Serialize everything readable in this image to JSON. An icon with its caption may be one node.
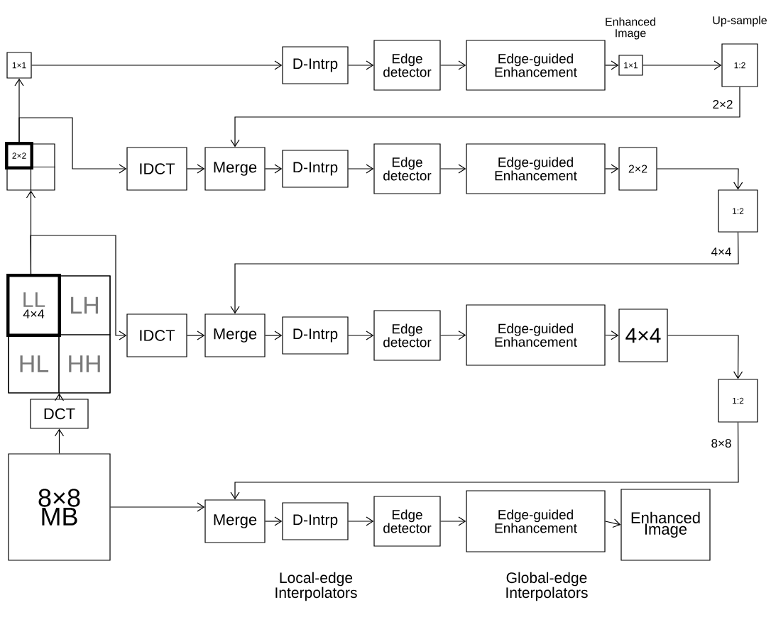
{
  "diagram": {
    "nodes": [
      {
        "text": [
          "1×1"
        ]
      },
      {
        "text": [
          "D-Intrp"
        ]
      },
      {
        "text": [
          "Edge detector"
        ]
      },
      {
        "text": [
          "Edge-guided Enhancement"
        ]
      },
      {
        "text": [
          "1×1"
        ]
      },
      {
        "text": [
          "1:2"
        ],
        "beside": [
          "Up-sample"
        ]
      },
      {
        "text": [],
        "shape": "box"
      },
      {
        "text": [
          "2×2"
        ],
        "in": 6
      },
      {
        "text": [
          "IDCT"
        ]
      },
      {
        "text": [
          "Merge"
        ]
      },
      {
        "text": [
          "D-Intrp"
        ]
      },
      {
        "text": [
          "Edge detector"
        ]
      },
      {
        "text": [
          "Edge-guided Enhancement"
        ]
      },
      {
        "text": [
          "2×2"
        ]
      },
      {
        "text": [
          "1:2"
        ]
      },
      {
        "text": [],
        "shape": "box"
      },
      {
        "text": [
          "LL",
          "4×4"
        ],
        "in": 15
      },
      {
        "text": [
          "LH"
        ],
        "in": 15
      },
      {
        "text": [
          "HL"
        ],
        "in": 15
      },
      {
        "text": [
          "HH"
        ],
        "in": 15
      },
      {
        "text": [
          "IDCT"
        ]
      },
      {
        "text": [
          "Merge"
        ]
      },
      {
        "text": [
          "D-Intrp"
        ]
      },
      {
        "text": [
          "Edge detector"
        ]
      },
      {
        "text": [
          "Edge-guided Enhancement"
        ]
      },
      {
        "text": [
          "4×4"
        ]
      },
      {
        "text": [
          "1:2"
        ]
      },
      {
        "text": [
          "DCT"
        ]
      },
      {
        "text": [
          "8×8 MB"
        ]
      },
      {
        "text": [
          "Merge"
        ]
      },
      {
        "text": [
          "D-Intrp"
        ]
      },
      {
        "text": [
          "Edge detector"
        ]
      },
      {
        "text": [
          "Edge-guided Enhancement"
        ]
      },
      {
        "text": [
          "Enhanced Image"
        ]
      }
    ],
    "edges": [
      {
        "from": 7,
        "to": 0,
        "arrow": "to"
      },
      {
        "from": 7,
        "to": 8,
        "arrow": "to"
      },
      {
        "from": 0,
        "to": 1,
        "arrow": "to"
      },
      {
        "from": 1,
        "to": 2,
        "arrow": "to"
      },
      {
        "from": 2,
        "to": 3,
        "arrow": "to"
      },
      {
        "from": 3,
        "to": 4,
        "arrow": "to"
      },
      {
        "from": 4,
        "to": 5,
        "arrow": "to"
      },
      {
        "from": 5,
        "to": 9,
        "arrow": "to",
        "label": "2×2"
      },
      {
        "from": 8,
        "to": 9,
        "arrow": "to"
      },
      {
        "from": 9,
        "to": 10,
        "arrow": "to"
      },
      {
        "from": 10,
        "to": 11,
        "arrow": "to"
      },
      {
        "from": 11,
        "to": 12,
        "arrow": "to"
      },
      {
        "from": 12,
        "to": 13,
        "arrow": "to"
      },
      {
        "from": 13,
        "to": 14,
        "arrow": "to"
      },
      {
        "from": 14,
        "to": 21,
        "arrow": "to",
        "label": "4×4"
      },
      {
        "from": 16,
        "to": 6,
        "arrow": "to"
      },
      {
        "from": 16,
        "to": 20,
        "arrow": "to"
      },
      {
        "from": 20,
        "to": 21,
        "arrow": "to"
      },
      {
        "from": 21,
        "to": 22,
        "arrow": "to"
      },
      {
        "from": 22,
        "to": 23,
        "arrow": "to"
      },
      {
        "from": 23,
        "to": 24,
        "arrow": "to"
      },
      {
        "from": 24,
        "to": 25,
        "arrow": "to"
      },
      {
        "from": 25,
        "to": 26,
        "arrow": "to"
      },
      {
        "from": 26,
        "to": 29,
        "arrow": "to",
        "label": "8×8"
      },
      {
        "from": 28,
        "to": 27,
        "arrow": "to"
      },
      {
        "from": 27,
        "to": 15,
        "arrow": "to"
      },
      {
        "from": 28,
        "to": 29,
        "arrow": "to"
      },
      {
        "from": 29,
        "to": 30,
        "arrow": "to"
      },
      {
        "from": 30,
        "to": 31,
        "arrow": "to"
      },
      {
        "from": 31,
        "to": 32,
        "arrow": "to"
      },
      {
        "from": 32,
        "to": 33,
        "arrow": "to"
      }
    ],
    "labels": [
      "Enhanced Image",
      "Local-edge Interpolators",
      "Global-edge Interpolators"
    ]
  }
}
